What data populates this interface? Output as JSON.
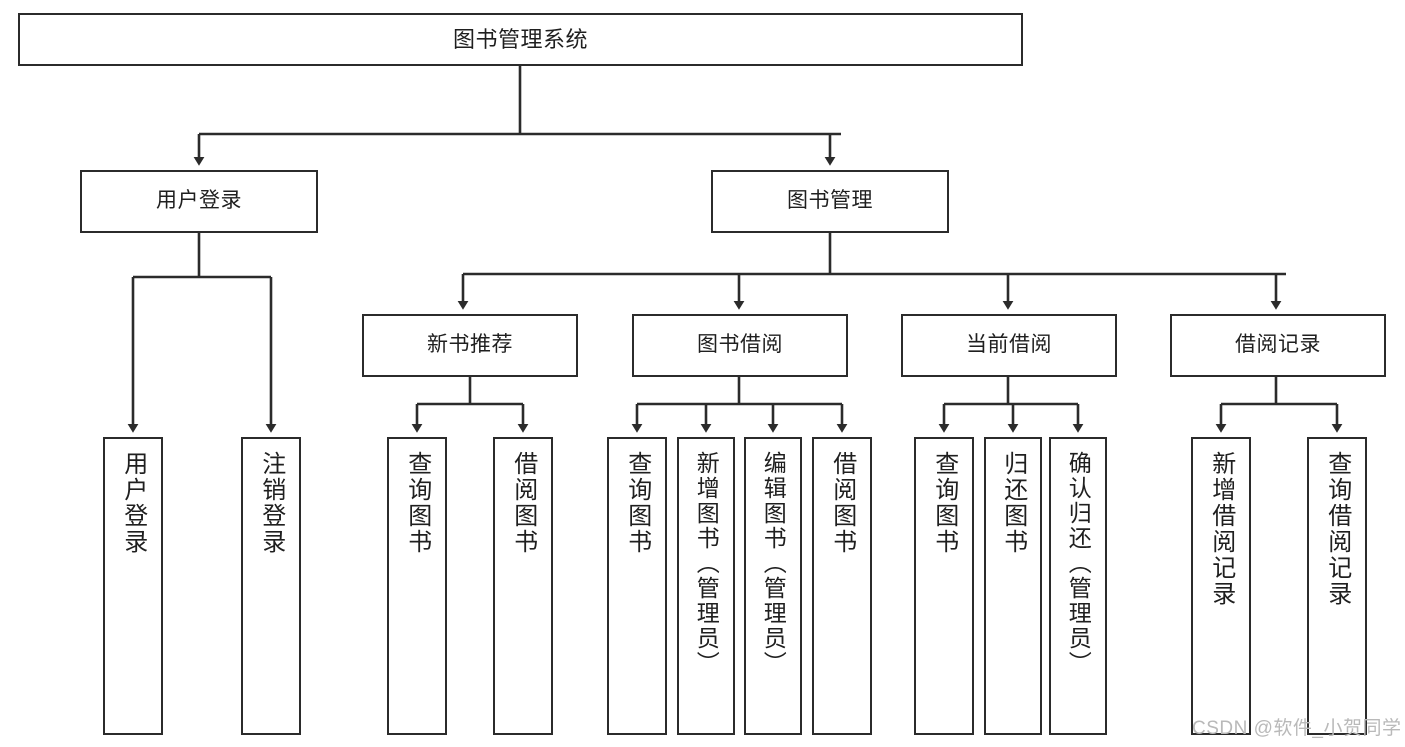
{
  "diagram": {
    "title": "图书管理系统",
    "type": "tree",
    "colors": {
      "box_border": "#2b2b2b",
      "box_fill": "#ffffff",
      "edge": "#2b2b2b",
      "text": "#1f1f1f",
      "watermark": "#b9b9b9",
      "background": "#ffffff"
    },
    "nodes": {
      "root": {
        "label": "图书管理系统"
      },
      "level2": [
        {
          "label": "用户登录"
        },
        {
          "label": "图书管理"
        }
      ],
      "level3": [
        {
          "label": "新书推荐"
        },
        {
          "label": "图书借阅"
        },
        {
          "label": "当前借阅"
        },
        {
          "label": "借阅记录"
        }
      ],
      "leaves": {
        "user_login": [
          {
            "label": "用户登录"
          },
          {
            "label": "注销登录"
          }
        ],
        "new_book": [
          {
            "label": "查询图书"
          },
          {
            "label": "借阅图书"
          }
        ],
        "borrow": [
          {
            "label": "查询图书"
          },
          {
            "label": "新增图书（管理员）"
          },
          {
            "label": "编辑图书（管理员）"
          },
          {
            "label": "借阅图书"
          }
        ],
        "current": [
          {
            "label": "查询图书"
          },
          {
            "label": "归还图书"
          },
          {
            "label": "确认归还（管理员）"
          }
        ],
        "records": [
          {
            "label": "新增借阅记录"
          },
          {
            "label": "查询借阅记录"
          }
        ]
      }
    },
    "watermark": "CSDN @软件_小贺同学"
  }
}
